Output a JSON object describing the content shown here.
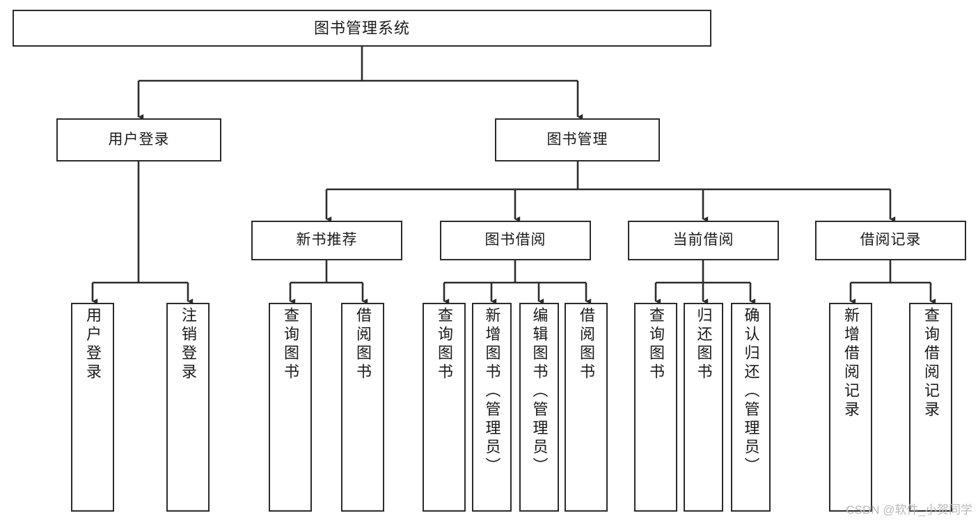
{
  "diagram": {
    "title_text": "图书管理系统",
    "type": "tree-hierarchy-chart",
    "watermark": "CSDN @软件_小贺同学",
    "colors": {
      "box_border": "#2b2b2b",
      "box_fill": "#ffffff",
      "connector": "#2b2b2b",
      "text": "#1a1a1a",
      "watermark": "#b9b9b9"
    },
    "nodes": {
      "root": {
        "label": "图书管理系统"
      },
      "level1": [
        {
          "label": "用户登录"
        },
        {
          "label": "图书管理"
        }
      ],
      "level2": [
        {
          "label": "新书推荐"
        },
        {
          "label": "图书借阅"
        },
        {
          "label": "当前借阅"
        },
        {
          "label": "借阅记录"
        }
      ],
      "leaves": {
        "user_login": [
          {
            "label": "用户登录"
          },
          {
            "label": "注销登录"
          }
        ],
        "new_book_recommend": [
          {
            "label": "查询图书"
          },
          {
            "label": "借阅图书"
          }
        ],
        "book_borrow": [
          {
            "label": "查询图书"
          },
          {
            "label": "新增图书（管理员）"
          },
          {
            "label": "编辑图书（管理员）"
          },
          {
            "label": "借阅图书"
          }
        ],
        "current_borrow": [
          {
            "label": "查询图书"
          },
          {
            "label": "归还图书"
          },
          {
            "label": "确认归还（管理员）"
          }
        ],
        "borrow_record": [
          {
            "label": "新增借阅记录"
          },
          {
            "label": "查询借阅记录"
          }
        ]
      }
    }
  }
}
